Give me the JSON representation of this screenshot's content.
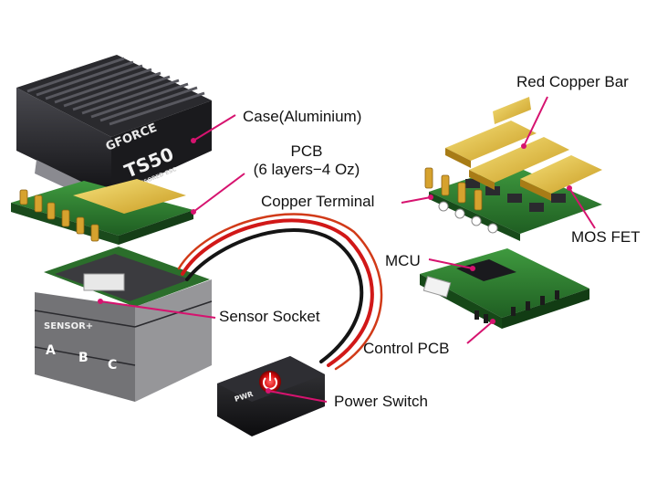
{
  "colors": {
    "leader_line": "#d6136f",
    "heatsink": "#1b1b1e",
    "pcb_green": "#2f7a2f",
    "copper_gold": "#e3c24a",
    "wire_red": "#d11818",
    "wire_black": "#151515",
    "power_glow": "#ff3030"
  },
  "labels": {
    "case": "Case(Aluminium)",
    "pcb_line1": "PCB",
    "pcb_line2": "(6 layers−4 Oz)",
    "copper_terminal": "Copper Terminal",
    "sensor_socket": "Sensor Socket",
    "power_switch": "Power Switch",
    "red_copper_bar": "Red Copper Bar",
    "mos_fet": "MOS FET",
    "mcu": "MCU",
    "control_pcb": "Control PCB"
  },
  "artwork": {
    "brand_logo": "GFORCE",
    "model_mark": "TS50",
    "model_subtitle": "SENSORED ESC",
    "switch_label": "PWR",
    "sensor_port_label": "SENSOR+",
    "motor_pad_labels": [
      "A",
      "B",
      "C"
    ]
  }
}
